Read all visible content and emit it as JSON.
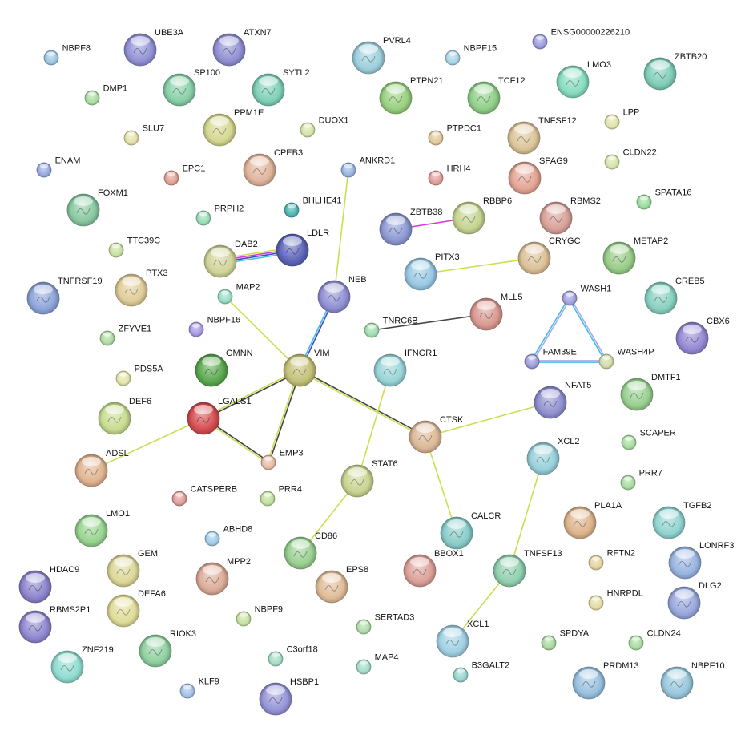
{
  "network": {
    "nodes": [
      {
        "label": "NBPF8",
        "color": "#9cc6df"
      },
      {
        "label": "UBE3A",
        "color": "#9191d6"
      },
      {
        "label": "ATXN7",
        "color": "#8f8fd2"
      },
      {
        "label": "PVRL4",
        "color": "#9ccfdc"
      },
      {
        "label": "NBPF15",
        "color": "#a8d4e6"
      },
      {
        "label": "ENSG00000226210",
        "color": "#9c9ce0"
      },
      {
        "label": "ZBTB20",
        "color": "#7fcdb8"
      },
      {
        "label": "DMP1",
        "color": "#a8dca0"
      },
      {
        "label": "SP100",
        "color": "#88d0a8"
      },
      {
        "label": "SYTL2",
        "color": "#7fd0b8"
      },
      {
        "label": "PTPN21",
        "color": "#98d080"
      },
      {
        "label": "TCF12",
        "color": "#90d088"
      },
      {
        "label": "LMO3",
        "color": "#88dcc0"
      },
      {
        "label": "PPM1E",
        "color": "#d4d890"
      },
      {
        "label": "SLU7",
        "color": "#e4e0a8"
      },
      {
        "label": "DUOX1",
        "color": "#d4e4a8"
      },
      {
        "label": "PTPDC1",
        "color": "#e0c898"
      },
      {
        "label": "TNFSF12",
        "color": "#dcc498"
      },
      {
        "label": "LPP",
        "color": "#e0e4a8"
      },
      {
        "label": "CLDN22",
        "color": "#d4e4a4"
      },
      {
        "label": "ENAM",
        "color": "#98a8e0"
      },
      {
        "label": "EPC1",
        "color": "#e0a090"
      },
      {
        "label": "CPEB3",
        "color": "#e0b49c"
      },
      {
        "label": "ANKRD1",
        "color": "#98b4e0"
      },
      {
        "label": "HRH4",
        "color": "#e09c98"
      },
      {
        "label": "SPAG9",
        "color": "#e4a494"
      },
      {
        "label": "FOXM1",
        "color": "#88c8a0"
      },
      {
        "label": "PRPH2",
        "color": "#98dcb4"
      },
      {
        "label": "BHLHE41",
        "color": "#4cb4b0"
      },
      {
        "label": "ZBTB38",
        "color": "#8c98d4"
      },
      {
        "label": "RBBP6",
        "color": "#c4d490"
      },
      {
        "label": "RBMS2",
        "color": "#d8a098"
      },
      {
        "label": "SPATA16",
        "color": "#98dca0"
      },
      {
        "label": "TTC39C",
        "color": "#c8e0a0"
      },
      {
        "label": "DAB2",
        "color": "#d0d498"
      },
      {
        "label": "LDLR",
        "color": "#5c64b8"
      },
      {
        "label": "PITX3",
        "color": "#98c8e4"
      },
      {
        "label": "CRYGC",
        "color": "#dcc098"
      },
      {
        "label": "METAP2",
        "color": "#98cc88"
      },
      {
        "label": "TNFRSF19",
        "color": "#8ca4d8"
      },
      {
        "label": "PTX3",
        "color": "#e0cc98"
      },
      {
        "label": "MAP2",
        "color": "#98dcc8"
      },
      {
        "label": "NEB",
        "color": "#9090d4"
      },
      {
        "label": "WASH1",
        "color": "#a0a0dc"
      },
      {
        "label": "MLL5",
        "color": "#d89890"
      },
      {
        "label": "CREB5",
        "color": "#88d0c0"
      },
      {
        "label": "NBPF16",
        "color": "#a898e4"
      },
      {
        "label": "TNRC6B",
        "color": "#a0dcb0"
      },
      {
        "label": "ZFYVE1",
        "color": "#b0dca0"
      },
      {
        "label": "CBX6",
        "color": "#9488d4"
      },
      {
        "label": "GMNN",
        "color": "#5aa84e"
      },
      {
        "label": "VIM",
        "color": "#c4c078"
      },
      {
        "label": "IFNGR1",
        "color": "#98d4d8"
      },
      {
        "label": "FAM39E",
        "color": "#9c9cdc"
      },
      {
        "label": "WASH4P",
        "color": "#d0dca8"
      },
      {
        "label": "PDS5A",
        "color": "#e4e4a8"
      },
      {
        "label": "DMTF1",
        "color": "#98d090"
      },
      {
        "label": "NFAT5",
        "color": "#9090d0"
      },
      {
        "label": "DEF6",
        "color": "#c8dc90"
      },
      {
        "label": "LGALS1",
        "color": "#d44c50"
      },
      {
        "label": "CTSK",
        "color": "#dcb898"
      },
      {
        "label": "XCL2",
        "color": "#98d0dc"
      },
      {
        "label": "SCAPER",
        "color": "#a8dca0"
      },
      {
        "label": "EMP3",
        "color": "#e8bca8"
      },
      {
        "label": "ADSL",
        "color": "#e0b490"
      },
      {
        "label": "STAT6",
        "color": "#c8d490"
      },
      {
        "label": "PRR7",
        "color": "#a8dca0"
      },
      {
        "label": "CATSPERB",
        "color": "#e09c98"
      },
      {
        "label": "PRR4",
        "color": "#c0e0a0"
      },
      {
        "label": "TGFB2",
        "color": "#90d4d0"
      },
      {
        "label": "LMO1",
        "color": "#98d490"
      },
      {
        "label": "CALCR",
        "color": "#88ccc8"
      },
      {
        "label": "PLA1A",
        "color": "#dcb48c"
      },
      {
        "label": "ABHD8",
        "color": "#a0cce8"
      },
      {
        "label": "CD86",
        "color": "#98d090"
      },
      {
        "label": "LONRF3",
        "color": "#98b4e0"
      },
      {
        "label": "HDAC9",
        "color": "#8c84cc"
      },
      {
        "label": "GEM",
        "color": "#dcd898"
      },
      {
        "label": "MPP2",
        "color": "#dcac98"
      },
      {
        "label": "BBOX1",
        "color": "#dca098"
      },
      {
        "label": "TNFSF13",
        "color": "#90d0b0"
      },
      {
        "label": "RFTN2",
        "color": "#e4d4a0"
      },
      {
        "label": "EPS8",
        "color": "#e0bc98"
      },
      {
        "label": "DEFA6",
        "color": "#e0dc98"
      },
      {
        "label": "DLG2",
        "color": "#98a8dc"
      },
      {
        "label": "HNRPDL",
        "color": "#e4dca4"
      },
      {
        "label": "RBMS2P1",
        "color": "#9088d0"
      },
      {
        "label": "NBPF9",
        "color": "#c8e0a0"
      },
      {
        "label": "SERTAD3",
        "color": "#b0dca8"
      },
      {
        "label": "XCL1",
        "color": "#a0d0e4"
      },
      {
        "label": "SPDYA",
        "color": "#a8d8a0"
      },
      {
        "label": "CLDN24",
        "color": "#a8dca0"
      },
      {
        "label": "RIOK3",
        "color": "#90d0a0"
      },
      {
        "label": "ZNF219",
        "color": "#90dcd0"
      },
      {
        "label": "C3orf18",
        "color": "#a4dcc4"
      },
      {
        "label": "MAP4",
        "color": "#a4dcc8"
      },
      {
        "label": "B3GALT2",
        "color": "#98d4cc"
      },
      {
        "label": "PRDM13",
        "color": "#98c0e0"
      },
      {
        "label": "NBPF10",
        "color": "#98c8dc"
      },
      {
        "label": "KLF9",
        "color": "#a4c0e8"
      },
      {
        "label": "HSBP1",
        "color": "#9494d8"
      }
    ],
    "edges": [
      {
        "a": "ANKRD1",
        "b": "NEB",
        "colors": [
          "#c8e050"
        ]
      },
      {
        "a": "NEB",
        "b": "VIM",
        "colors": [
          "#4848c8",
          "#40c0e0"
        ]
      },
      {
        "a": "DAB2",
        "b": "LDLR",
        "colors": [
          "#c8e050",
          "#d040d0",
          "#4848c8",
          "#40c0e0"
        ]
      },
      {
        "a": "ZBTB38",
        "b": "RBBP6",
        "colors": [
          "#d040d0"
        ]
      },
      {
        "a": "PITX3",
        "b": "CRYGC",
        "colors": [
          "#c8e050"
        ]
      },
      {
        "a": "TNRC6B",
        "b": "MLL5",
        "colors": [
          "#444444"
        ]
      },
      {
        "a": "WASH1",
        "b": "WASH4P",
        "colors": [
          "#b0a8f0",
          "#40c0e0"
        ]
      },
      {
        "a": "WASH1",
        "b": "FAM39E",
        "colors": [
          "#b0a8f0",
          "#40c0e0"
        ]
      },
      {
        "a": "FAM39E",
        "b": "WASH4P",
        "colors": [
          "#b0a8f0",
          "#40c0e0"
        ]
      },
      {
        "a": "MAP2",
        "b": "VIM",
        "colors": [
          "#c8e050"
        ]
      },
      {
        "a": "VIM",
        "b": "LGALS1",
        "colors": [
          "#444444",
          "#c8e050"
        ]
      },
      {
        "a": "VIM",
        "b": "EMP3",
        "colors": [
          "#444444",
          "#c8e050"
        ]
      },
      {
        "a": "VIM",
        "b": "CTSK",
        "colors": [
          "#444444",
          "#c8e050"
        ]
      },
      {
        "a": "LGALS1",
        "b": "EMP3",
        "colors": [
          "#444444",
          "#c8e050"
        ]
      },
      {
        "a": "LGALS1",
        "b": "ADSL",
        "colors": [
          "#c8e050"
        ]
      },
      {
        "a": "IFNGR1",
        "b": "STAT6",
        "colors": [
          "#c8e050"
        ]
      },
      {
        "a": "STAT6",
        "b": "CD86",
        "colors": [
          "#c8e050"
        ]
      },
      {
        "a": "CTSK",
        "b": "NFAT5",
        "colors": [
          "#c8e050"
        ]
      },
      {
        "a": "CTSK",
        "b": "CALCR",
        "colors": [
          "#c8e050"
        ]
      },
      {
        "a": "XCL2",
        "b": "TNFSF13",
        "colors": [
          "#c8e050"
        ]
      },
      {
        "a": "TNFSF13",
        "b": "XCL1",
        "colors": [
          "#c8e050"
        ]
      }
    ]
  }
}
